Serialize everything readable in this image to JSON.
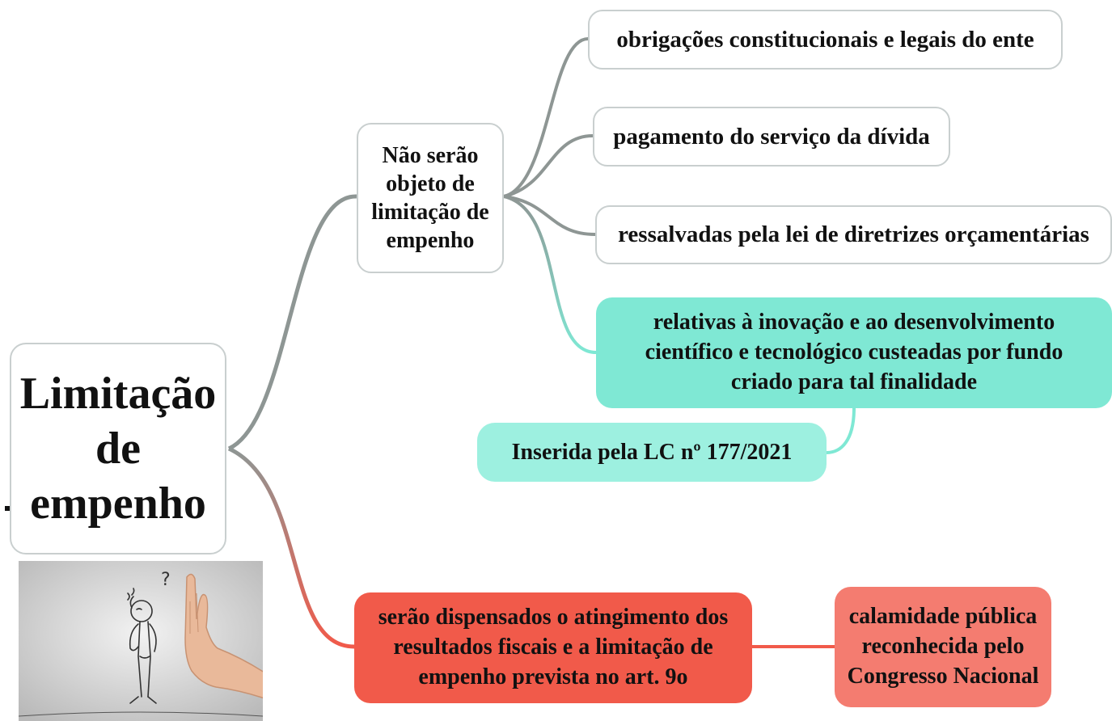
{
  "root": {
    "lines": [
      "Limitação",
      "de",
      "empenho"
    ]
  },
  "branch_top": {
    "lines": [
      "Não serão",
      "objeto de",
      "limitação de",
      "empenho"
    ],
    "children": [
      {
        "lines": [
          "obrigações constitucionais e legais do ente"
        ]
      },
      {
        "lines": [
          "pagamento do serviço da dívida"
        ]
      },
      {
        "lines": [
          "ressalvadas pela lei de diretrizes orçamentárias"
        ]
      },
      {
        "lines": [
          "relativas à inovação e ao desenvolvimento",
          "científico e tecnológico custeadas por fundo",
          "criado para tal finalidade"
        ]
      }
    ],
    "note": {
      "lines": [
        "Inserida pela LC nº 177/2021"
      ]
    }
  },
  "branch_bottom": {
    "lines": [
      "serão dispensados o atingimento dos",
      "resultados fiscais e a limitação de",
      "empenho prevista no art. 9o"
    ],
    "condition": {
      "lines": [
        "calamidade pública",
        "reconhecida pelo",
        "Congresso Nacional"
      ]
    }
  },
  "illustration": {
    "icon": "person-stop-hand-illustration",
    "question_mark": "?"
  },
  "colors": {
    "teal": "#7fe8d4",
    "light_teal": "#9df0e0",
    "red": "#f15a4a",
    "salmon": "#f47c70",
    "gray_link": "#8e9694"
  }
}
